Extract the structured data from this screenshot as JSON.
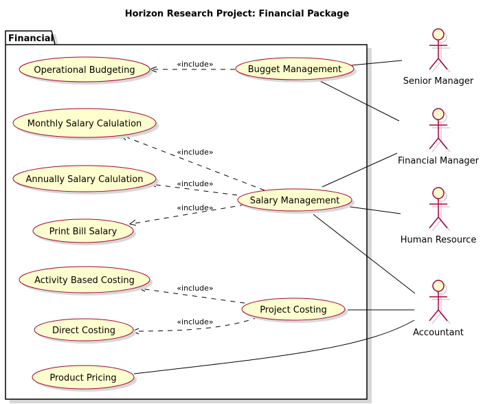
{
  "diagram": {
    "title": "Horizon Research Project: Financial Package",
    "package_label": "Financial",
    "include_label": "«include»",
    "use_cases": {
      "operational_budgeting": "Operational Budgeting",
      "budget_management": "Bugget Management",
      "monthly_salary": "Monthly Salary Calulation",
      "annually_salary": "Annually Salary Calulation",
      "salary_management": "Salary Management",
      "print_bill_salary": "Print Bill Salary",
      "activity_based_costing": "Activity Based Costing",
      "project_costing": "Project Costing",
      "direct_costing": "Direct Costing",
      "product_pricing": "Product Pricing"
    },
    "actors": {
      "senior_manager": "Senior Manager",
      "financial_manager": "Financial Manager",
      "human_resource": "Human Resource",
      "accountant": "Accountant"
    }
  }
}
